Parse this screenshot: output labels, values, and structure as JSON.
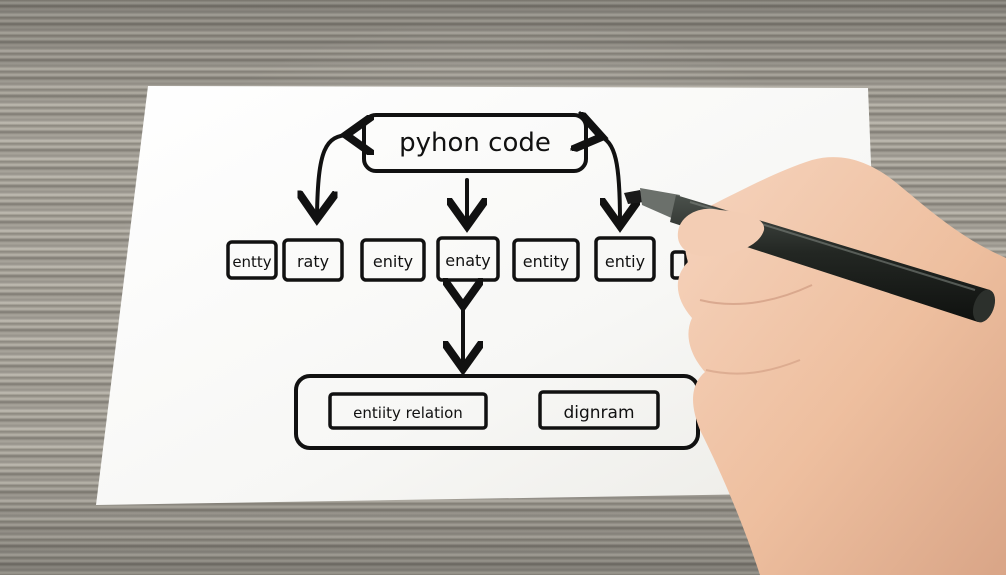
{
  "diagram": {
    "top_box": "pyhon code",
    "entities": [
      "entty",
      "raty",
      "enity",
      "enaty",
      "entity",
      "entiy"
    ],
    "bottom_box": {
      "left_label": "entiity relation",
      "right_label": "dignram"
    }
  },
  "colors": {
    "ink": "#111111",
    "paper": "#fbfbf9",
    "skin": "#f1c7ad",
    "pen": "#1c1f1c"
  },
  "icons": [
    "pen-icon"
  ]
}
